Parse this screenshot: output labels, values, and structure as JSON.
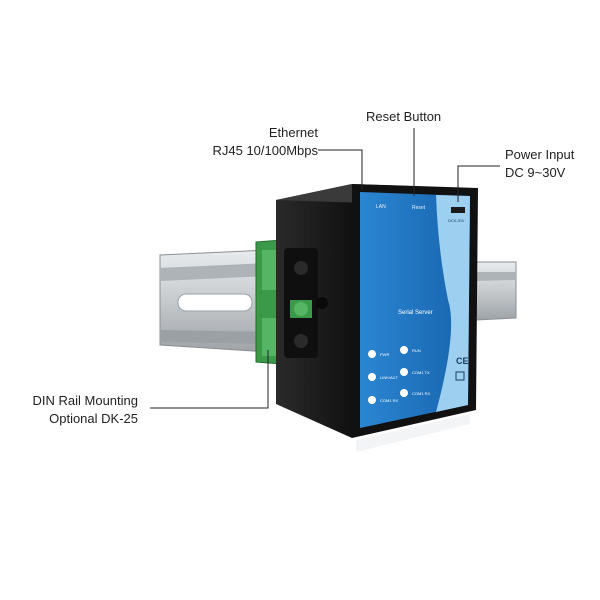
{
  "callouts": {
    "ethernet": {
      "line1": "Ethernet",
      "line2": "RJ45 10/100Mbps"
    },
    "reset": {
      "line1": "Reset Button"
    },
    "power": {
      "line1": "Power Input",
      "line2": "DC 9~30V"
    },
    "din": {
      "line1": "DIN Rail Mounting",
      "line2": "Optional DK-25"
    }
  },
  "device": {
    "top_labels": {
      "lan": "LAN",
      "reset": "Reset",
      "dc": "DC9-30V"
    },
    "product_name": "Serial Server",
    "leds": [
      "PWR",
      "RUN",
      "LINK/ACT",
      "COM1 TX",
      "COM1 RX",
      "COM1 RX"
    ],
    "mark": "CE"
  },
  "colors": {
    "panel_blue": "#1f74c2",
    "panel_light": "#9ccff0",
    "body_dark": "#1d1d1d",
    "rail_gray": "#c7cbce",
    "clip_green": "#3a9a4a"
  }
}
